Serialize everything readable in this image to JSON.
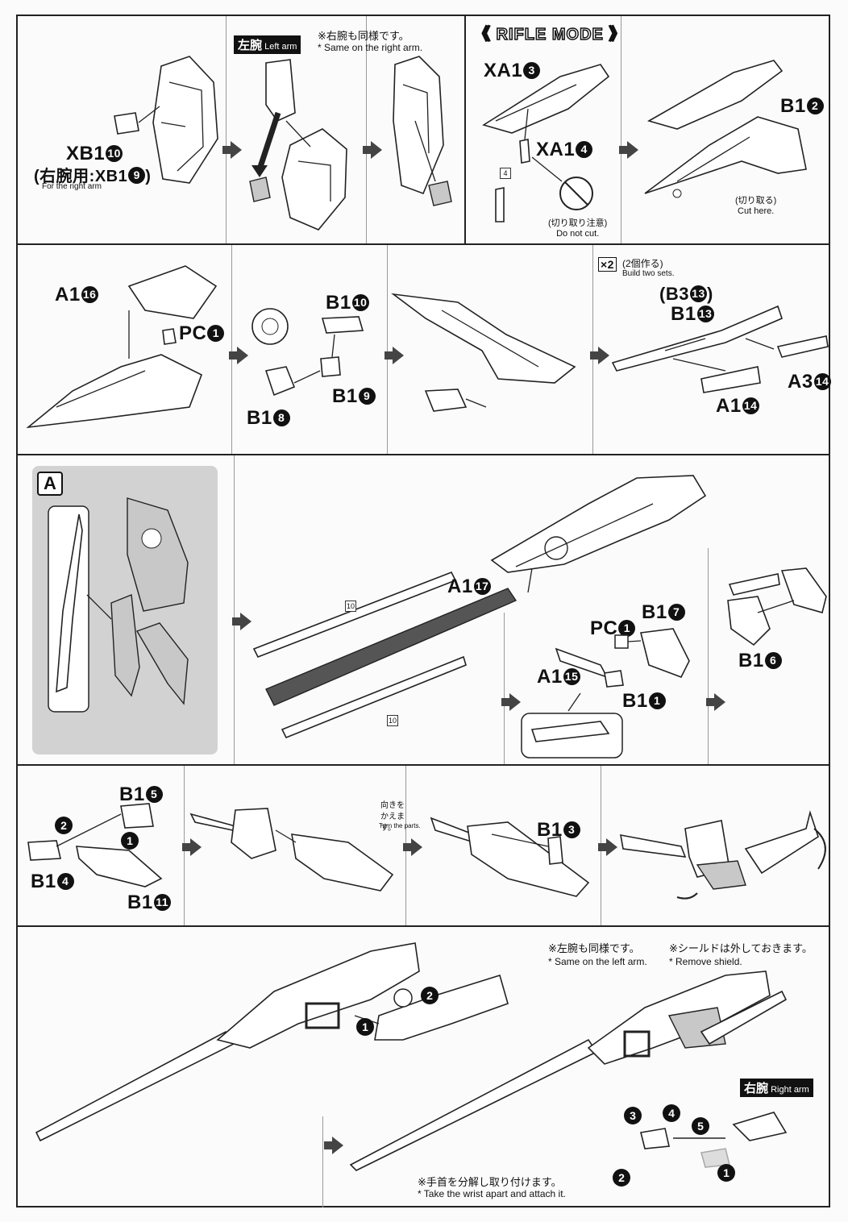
{
  "row1": {
    "p1": {
      "part_main": "XB1",
      "part_main_num": "10",
      "alt": "(右腕用:XB1",
      "alt_num": "9",
      "alt_close": ")",
      "alt_en": "For the right arm"
    },
    "p2": {
      "tag_jp": "左腕",
      "tag_en": "Left arm",
      "note_jp": "※右腕も同様です。",
      "note_en": "* Same on the right arm."
    },
    "p4": {
      "mode_title": "《 RIFLE MODE 》",
      "xa1_3": "XA1",
      "xa1_3_num": "3",
      "xa1_4": "XA1",
      "xa1_4_num": "4",
      "gate_num": "4",
      "cut_warn_jp": "(切り取り注意)",
      "cut_warn_en": "Do not cut."
    },
    "p5": {
      "part": "B1",
      "part_num": "2",
      "cut_jp": "(切り取る)",
      "cut_en": "Cut here."
    }
  },
  "row2": {
    "p1": {
      "a1_16": "A1",
      "a1_16_num": "16",
      "pc1": "PC",
      "pc1_num": "1"
    },
    "p2": {
      "b1_10": "B1",
      "b1_10_num": "10",
      "b1_9": "B1",
      "b1_9_num": "9",
      "b1_8": "B1",
      "b1_8_num": "8"
    },
    "p4": {
      "x2": "×2",
      "build_jp": "(2個作る)",
      "build_en": "Build two sets.",
      "b3_13": "(B3",
      "b3_13_num": "13",
      "b3_close": ")",
      "b1_13": "B1",
      "b1_13_num": "13",
      "a3_14": "A3",
      "a3_14_num": "14",
      "a1_14": "A1",
      "a1_14_num": "14"
    }
  },
  "row3": {
    "label_a": "A",
    "gate_num_top": "10",
    "gate_num_bottom": "10",
    "a1_17": "A1",
    "a1_17_num": "17",
    "pc1": "PC",
    "pc1_num": "1",
    "b1_7": "B1",
    "b1_7_num": "7",
    "a1_15": "A1",
    "a1_15_num": "15",
    "b1_1": "B1",
    "b1_1_num": "1",
    "b1_6": "B1",
    "b1_6_num": "6"
  },
  "row4": {
    "b1_5": "B1",
    "b1_5_num": "5",
    "b1_4": "B1",
    "b1_4_num": "4",
    "b1_11": "B1",
    "b1_11_num": "11",
    "step1": "1",
    "step2": "2",
    "turn_jp": "向きを かえます。",
    "turn_en": "Turn the parts.",
    "b1_3": "B1",
    "b1_3_num": "3"
  },
  "row5": {
    "note_left_jp": "※左腕も同様です。",
    "note_left_en": "* Same on the left arm.",
    "note_shield_jp": "※シールドは外しておきます。",
    "note_shield_en": "* Remove shield.",
    "tag_jp": "右腕",
    "tag_en": "Right arm",
    "wrist_jp": "※手首を分解し取り付けます。",
    "wrist_en": "* Take the wrist apart and attach it.",
    "steps": [
      "1",
      "2",
      "3",
      "4",
      "5"
    ]
  }
}
